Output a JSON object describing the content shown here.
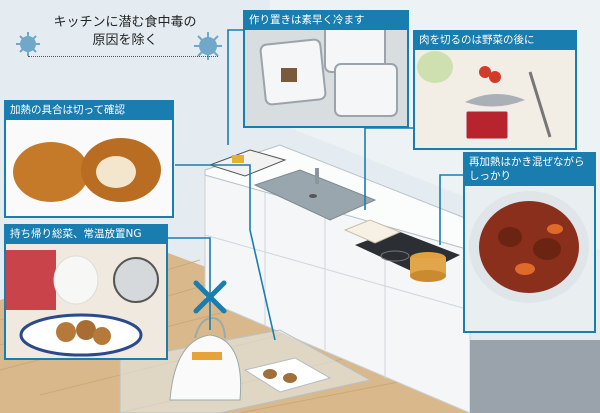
{
  "title": {
    "line1": "キッチンに潜む食中毒の",
    "line2": "原因を除く"
  },
  "labels": {
    "cool_quickly": "作り置きは素早く冷ます",
    "cut_meat_after": "肉を切るのは野菜の後に",
    "check_heat": "加熱の具合は切って確認",
    "reheat_stir": "再加熱はかき混ぜながらしっかり",
    "takeout_ng": "持ち帰り総菜、常温放置NG"
  },
  "colors": {
    "accent": "#1a7db0",
    "cross": "#1a7db0",
    "sky": "#dfe8ee"
  },
  "icons": [
    "virus-icon",
    "cross-mark-icon"
  ]
}
